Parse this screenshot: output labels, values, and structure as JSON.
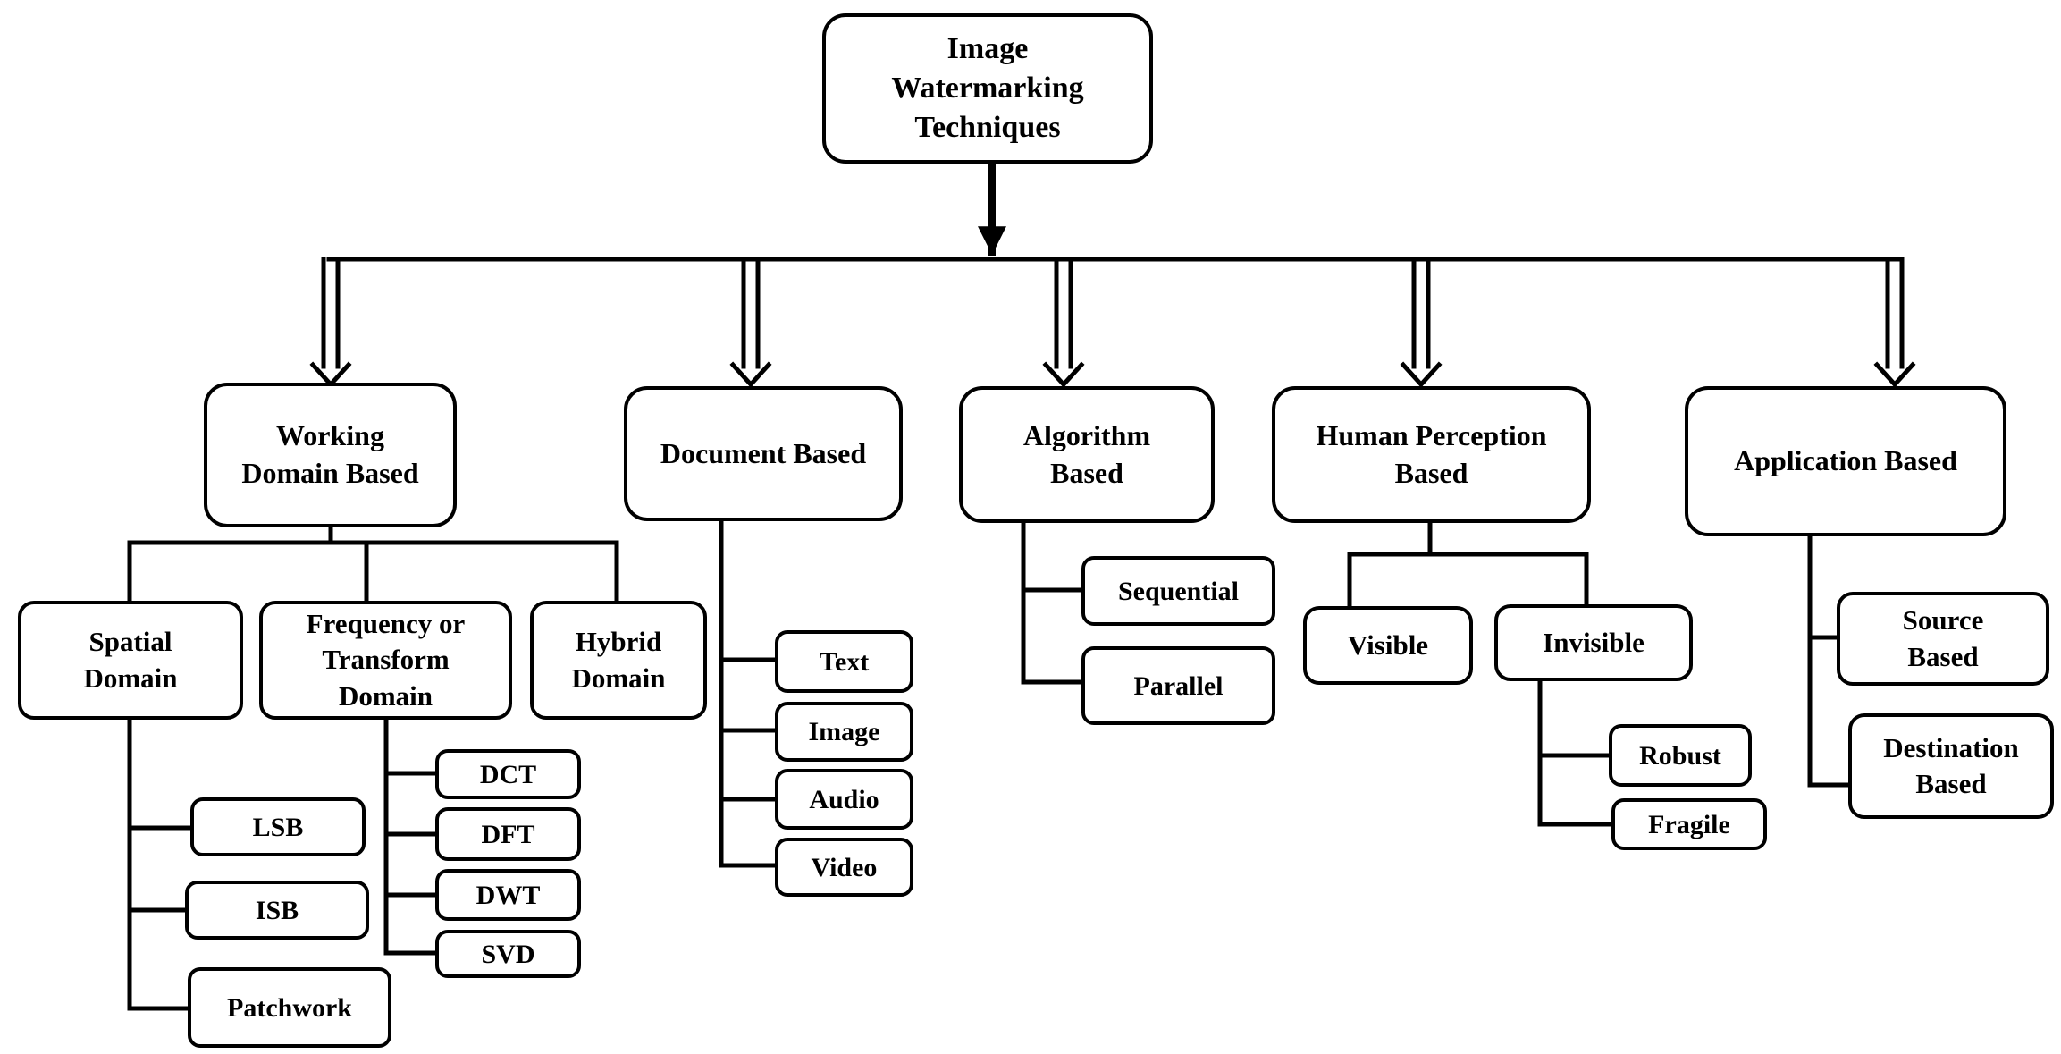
{
  "root": {
    "label": "Image\nWatermarking\nTechniques"
  },
  "categories": {
    "working_domain": {
      "label": "Working\nDomain Based"
    },
    "document": {
      "label": "Document Based"
    },
    "algorithm": {
      "label": "Algorithm\nBased"
    },
    "human_perception": {
      "label": "Human Perception\nBased"
    },
    "application": {
      "label": "Application Based"
    }
  },
  "working_domain": {
    "spatial": {
      "label": "Spatial\nDomain",
      "children": [
        "LSB",
        "ISB",
        "Patchwork"
      ]
    },
    "frequency": {
      "label": "Frequency or\nTransform\nDomain",
      "children": [
        "DCT",
        "DFT",
        "DWT",
        "SVD"
      ]
    },
    "hybrid": {
      "label": "Hybrid\nDomain"
    }
  },
  "document": {
    "children": [
      "Text",
      "Image",
      "Audio",
      "Video"
    ]
  },
  "algorithm": {
    "children": [
      "Sequential",
      "Parallel"
    ]
  },
  "human_perception": {
    "visible": {
      "label": "Visible"
    },
    "invisible": {
      "label": "Invisible",
      "children": [
        "Robust",
        "Fragile"
      ]
    }
  },
  "application": {
    "children": [
      "Source\nBased",
      "Destination\nBased"
    ]
  }
}
